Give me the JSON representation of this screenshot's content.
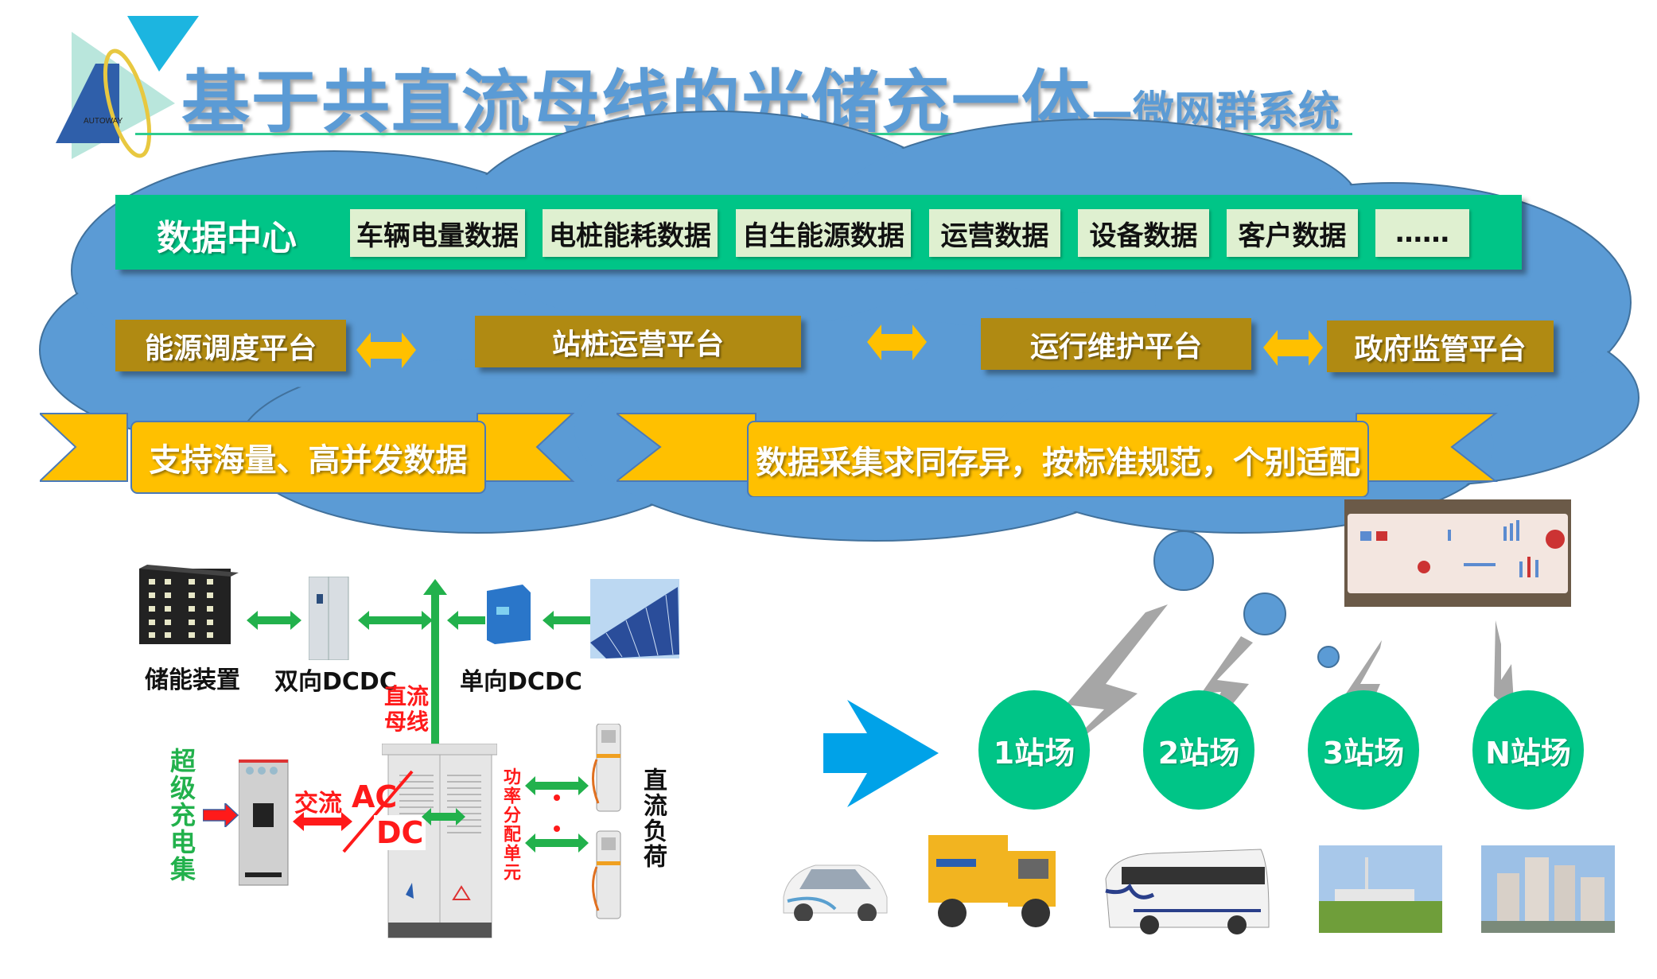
{
  "header": {
    "logo_text": "AUTOWAY",
    "title": "基于共直流母线的光储充一体",
    "subtitle": "—微网群系统"
  },
  "data_center": {
    "label": "数据中心",
    "items": [
      "车辆电量数据",
      "电桩能耗数据",
      "自生能源数据",
      "运营数据",
      "设备数据",
      "客户数据",
      "……"
    ]
  },
  "platforms": [
    "能源调度平台",
    "站桩运营平台",
    "运行维护平台",
    "政府监管平台"
  ],
  "banners": [
    "支持海量、高并发数据",
    "数据采集求同存异，按标准规范，个别适配"
  ],
  "system_diagram": {
    "storage_label": "储能装置",
    "bidirectional_label": "双向DCDC",
    "unidirectional_label": "单向DCDC",
    "dc_bus_label": "直流母线",
    "supercharge_label": "超级充电集",
    "ac_label": "交流",
    "acdc_ac": "AC",
    "acdc_dc": "DC",
    "power_unit_label": "功率分配单元",
    "dc_load_label": "直流负荷"
  },
  "stations": [
    "1站场",
    "2站场",
    "3站场",
    "N站场"
  ],
  "colors": {
    "title_blue": "#5b9bd5",
    "cloud_blue": "#5b9bd5",
    "green": "#00c587",
    "chip": "#dff0d0",
    "platform": "#b08a12",
    "ribbon": "#ffc000",
    "arrow_green": "#22b14c",
    "arrow_red": "#ff1a1a",
    "big_arrow": "#00a2e8"
  }
}
